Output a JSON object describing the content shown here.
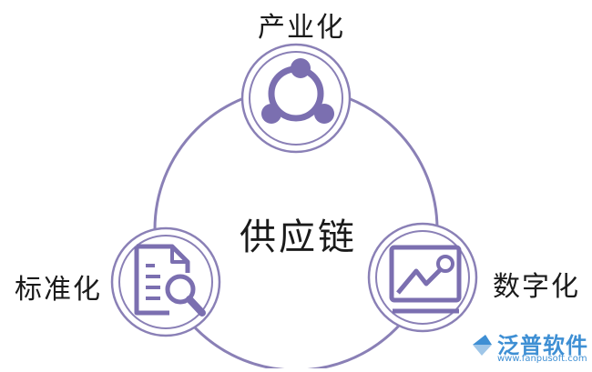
{
  "diagram": {
    "center": "供应链",
    "nodes": [
      {
        "id": "top",
        "label": "产业化",
        "icon": "share-icon"
      },
      {
        "id": "left",
        "label": "标准化",
        "icon": "document-search-icon"
      },
      {
        "id": "right",
        "label": "数字化",
        "icon": "line-chart-monitor-icon"
      }
    ]
  },
  "watermark": {
    "brand": "泛普软件",
    "url": "www.fanpusoft.com"
  },
  "colors": {
    "ring": "#8a80b6",
    "icon": "#7b6fb0",
    "text": "#1a1a1a",
    "watermark": "#3e8fd4"
  }
}
